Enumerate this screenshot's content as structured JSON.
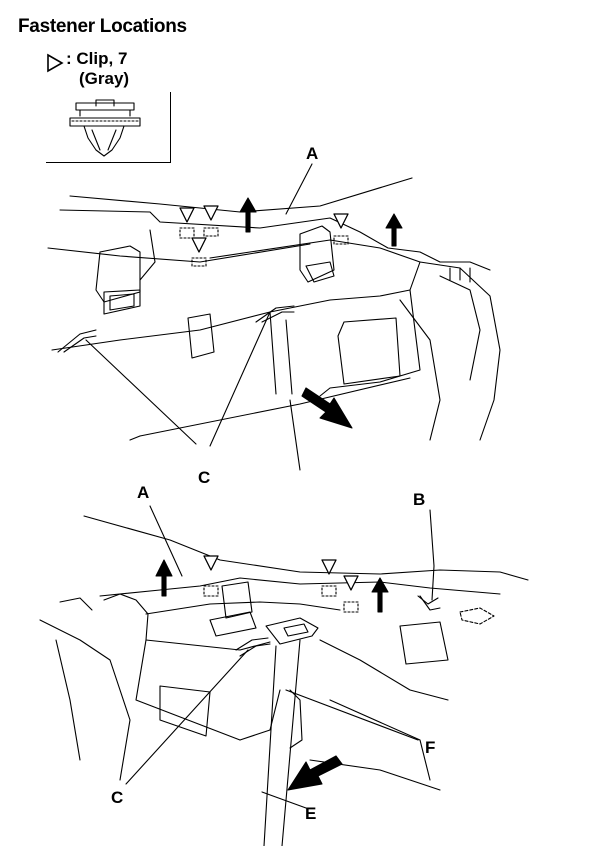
{
  "title": "Fastener Locations",
  "legend": {
    "symbol": "triangle-clip-icon",
    "line1": ": Clip, 7",
    "line2": "(Gray)"
  },
  "callouts": {
    "top_A": "A",
    "top_C": "C",
    "bottom_A": "A",
    "bottom_B": "B",
    "bottom_C": "C",
    "bottom_E": "E",
    "bottom_F": "F"
  }
}
